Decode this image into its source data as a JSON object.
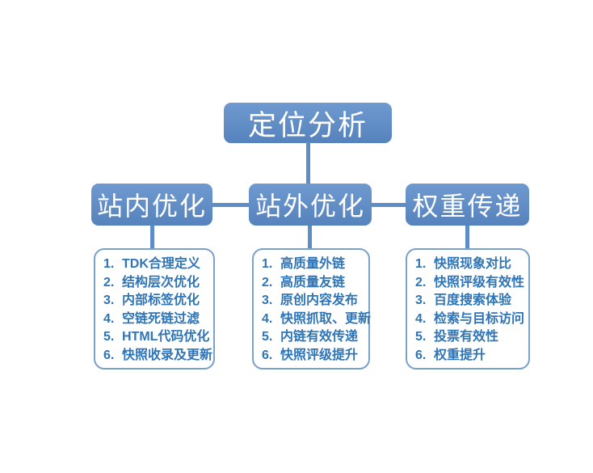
{
  "root_node": {
    "label": "定位分析"
  },
  "columns": [
    {
      "header": "站内优化",
      "items": [
        {
          "num": "1.",
          "text": "TDK合理定义"
        },
        {
          "num": "2.",
          "text": "结构层次优化"
        },
        {
          "num": "3.",
          "text": "内部标签优化"
        },
        {
          "num": "4.",
          "text": "空链死链过滤"
        },
        {
          "num": "5.",
          "text": "HTML代码优化"
        },
        {
          "num": "6.",
          "text": "快照收录及更新"
        }
      ]
    },
    {
      "header": "站外优化",
      "items": [
        {
          "num": "1.",
          "text": "高质量外链"
        },
        {
          "num": "2.",
          "text": "高质量友链"
        },
        {
          "num": "3.",
          "text": "原创内容发布"
        },
        {
          "num": "4.",
          "text": "快照抓取、更新"
        },
        {
          "num": "5.",
          "text": "内链有效传递"
        },
        {
          "num": "6.",
          "text": "快照评级提升"
        }
      ]
    },
    {
      "header": "权重传递",
      "items": [
        {
          "num": "1.",
          "text": "快照现象对比"
        },
        {
          "num": "2.",
          "text": "快照评级有效性"
        },
        {
          "num": "3.",
          "text": "百度搜索体验"
        },
        {
          "num": "4.",
          "text": "检索与目标访问"
        },
        {
          "num": "5.",
          "text": "投票有效性"
        },
        {
          "num": "6.",
          "text": "权重提升"
        }
      ]
    }
  ],
  "colors": {
    "box_fill_top": "#6f9ad0",
    "box_fill_bottom": "#5682bd",
    "connector": "#5e8cc6",
    "list_border": "#7aa0cc",
    "list_text": "#2e74b6",
    "box_text": "#ffffff",
    "background": "#ffffff"
  }
}
